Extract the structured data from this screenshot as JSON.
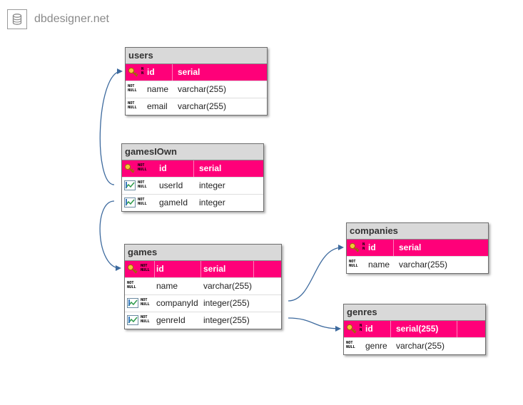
{
  "brand": {
    "name": "dbdesigner.net",
    "icon": "database-icon"
  },
  "colors": {
    "pk_row": "#ff0079",
    "header": "#d9d9d9",
    "link": "#3d6a9e"
  },
  "tables": {
    "users": {
      "title": "users",
      "rows": [
        {
          "name": "id",
          "type": "serial",
          "pk": true,
          "badge": "N N"
        },
        {
          "name": "name",
          "type": "varchar(255)",
          "badge": "NOT NULL"
        },
        {
          "name": "email",
          "type": "varchar(255)",
          "badge": "NOT NULL"
        }
      ]
    },
    "gamesIOwn": {
      "title": "gamesIOwn",
      "rows": [
        {
          "name": "id",
          "type": "serial",
          "pk": true,
          "badge": "NOT NULL"
        },
        {
          "name": "userId",
          "type": "integer",
          "fk": true,
          "badge": "NOT NULL"
        },
        {
          "name": "gameId",
          "type": "integer",
          "fk": true,
          "badge": "NOT NULL"
        }
      ]
    },
    "games": {
      "title": "games",
      "rows": [
        {
          "name": "id",
          "type": "serial",
          "pk": true,
          "badge": "NOT NULL"
        },
        {
          "name": "name",
          "type": "varchar(255)",
          "badge": "NOT NULL"
        },
        {
          "name": "companyId",
          "type": "integer(255)",
          "fk": true,
          "badge": "NOT NULL"
        },
        {
          "name": "genreId",
          "type": "integer(255)",
          "fk": true,
          "badge": "NOT NULL"
        }
      ]
    },
    "companies": {
      "title": "companies",
      "rows": [
        {
          "name": "id",
          "type": "serial",
          "pk": true,
          "badge": "N N"
        },
        {
          "name": "name",
          "type": "varchar(255)",
          "badge": "NOT NULL"
        }
      ]
    },
    "genres": {
      "title": "genres",
      "rows": [
        {
          "name": "id",
          "type": "serial(255)",
          "pk": true,
          "badge": "N N"
        },
        {
          "name": "genre",
          "type": "varchar(255)",
          "badge": "NOT NULL"
        }
      ]
    }
  },
  "relations": [
    {
      "from": "gamesIOwn.userId",
      "to": "users.id"
    },
    {
      "from": "gamesIOwn.gameId",
      "to": "games.id"
    },
    {
      "from": "games.companyId",
      "to": "companies.id"
    },
    {
      "from": "games.genreId",
      "to": "genres.id"
    }
  ]
}
